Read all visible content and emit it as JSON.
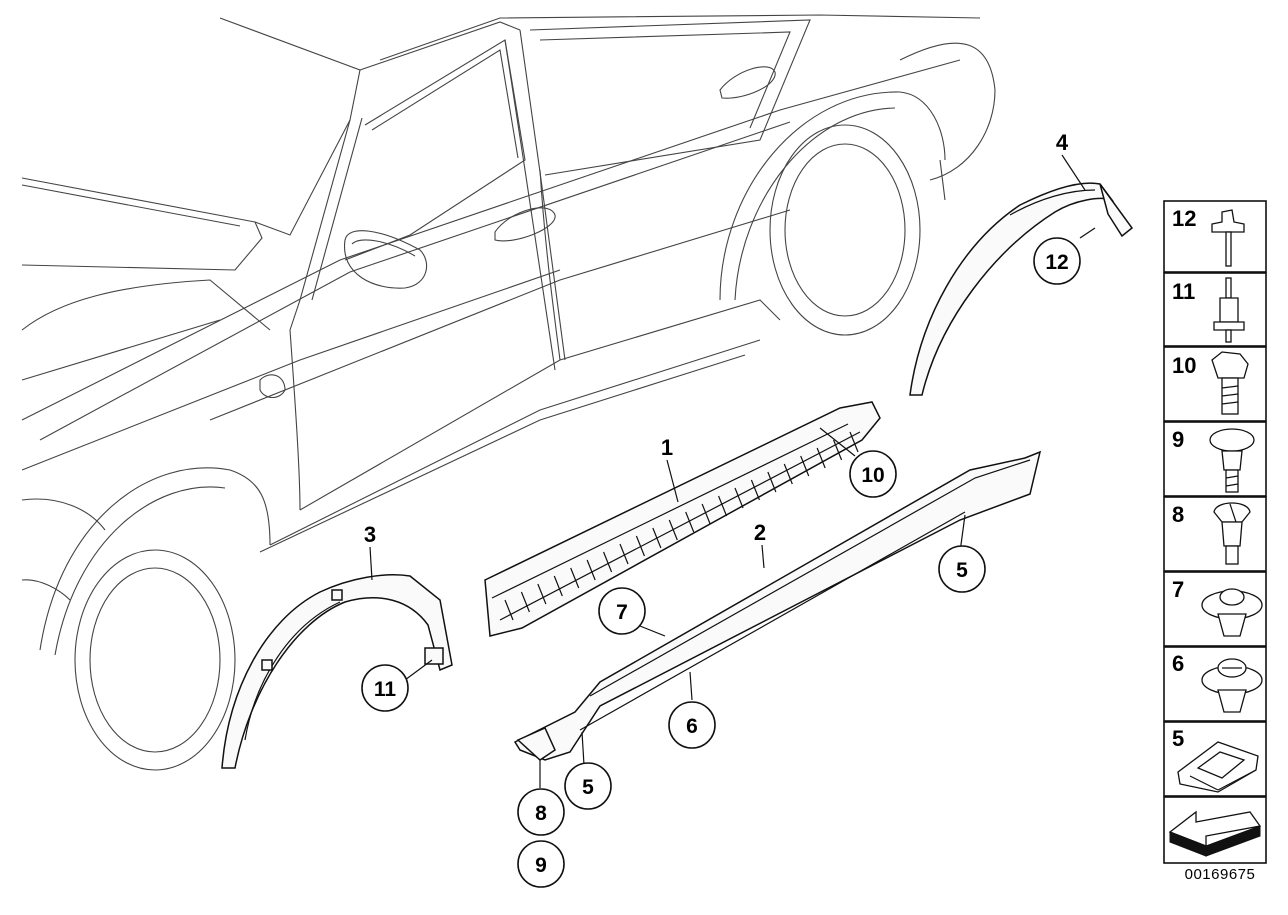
{
  "diagram": {
    "callouts": {
      "c1": "1",
      "c2": "2",
      "c3": "3",
      "c4": "4"
    },
    "circled": {
      "c10": "10",
      "c12": "12",
      "c5a": "5",
      "c7": "7",
      "c6": "6",
      "c11": "11",
      "c5b": "5",
      "c8": "8",
      "c9": "9"
    },
    "legend": [
      {
        "label": "12",
        "icon": "blind-rivet-icon"
      },
      {
        "label": "11",
        "icon": "blind-rivet-icon"
      },
      {
        "label": "10",
        "icon": "hex-bolt-icon"
      },
      {
        "label": "9",
        "icon": "expanding-rivet-icon"
      },
      {
        "label": "8",
        "icon": "spreader-rivet-icon"
      },
      {
        "label": "7",
        "icon": "clip-icon"
      },
      {
        "label": "6",
        "icon": "clip-icon"
      },
      {
        "label": "5",
        "icon": "bracket-icon"
      },
      {
        "label": "",
        "icon": "arrow-icon"
      }
    ],
    "document_id": "00169675"
  }
}
